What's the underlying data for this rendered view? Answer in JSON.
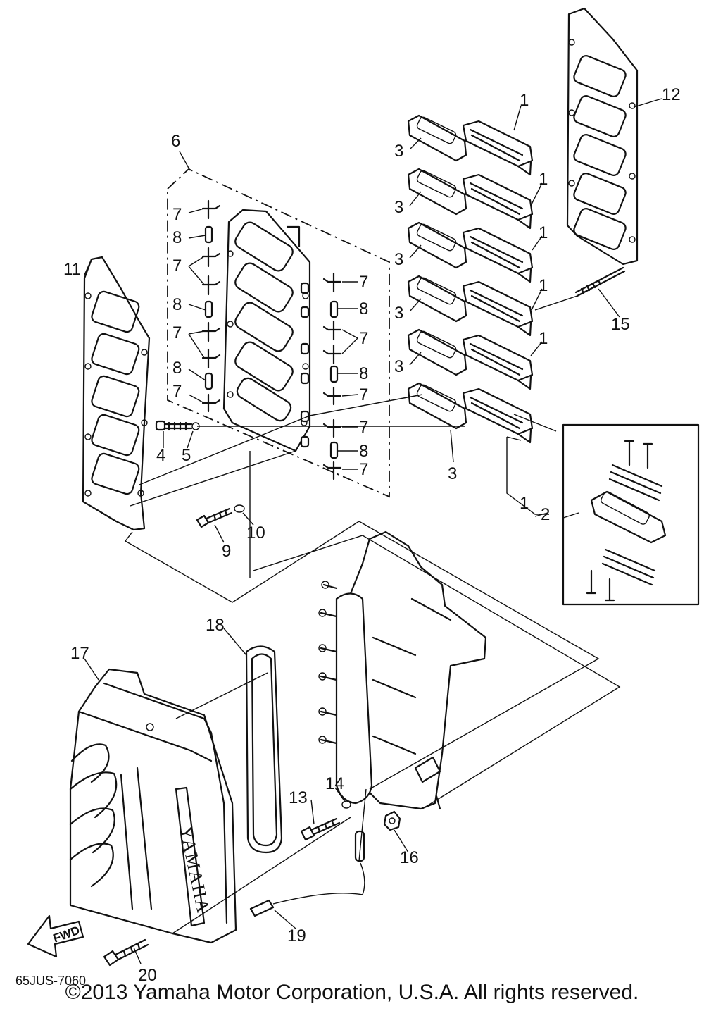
{
  "labels": {
    "l1": "1",
    "l2": "2",
    "l3": "3",
    "l4": "4",
    "l5": "5",
    "l6": "6",
    "l7": "7",
    "l8": "8",
    "l9": "9",
    "l10": "10",
    "l11": "11",
    "l12": "12",
    "l13": "13",
    "l14": "14",
    "l15": "15",
    "l16": "16",
    "l17": "17",
    "l18": "18",
    "l19": "19",
    "l20": "20"
  },
  "diagram_code": "65JUS-7060",
  "fwd_marker": "FWD",
  "cover_brand": "YAMAHA",
  "copyright": "©2013 Yamaha Motor Corporation, U.S.A. All rights reserved."
}
